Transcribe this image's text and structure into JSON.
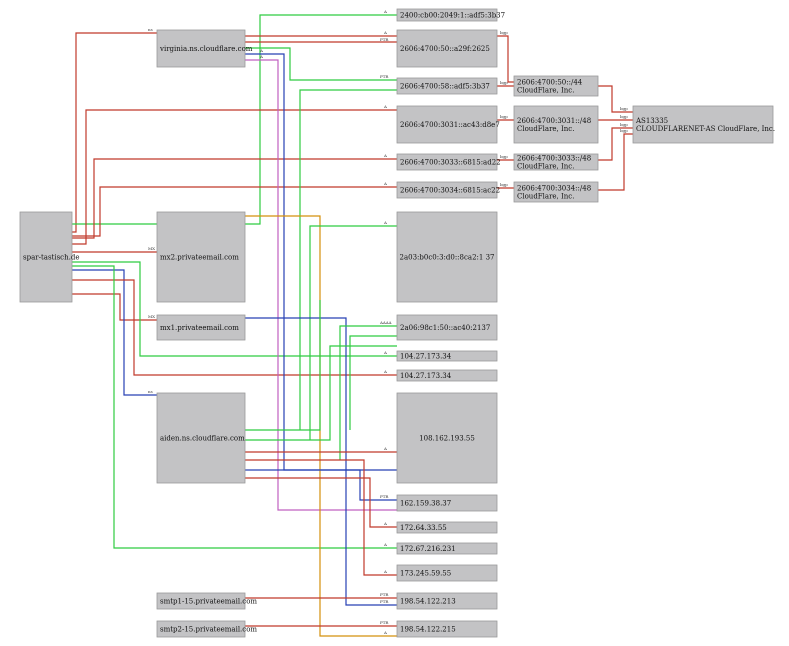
{
  "colors": {
    "node_fill": "#c3c3c5",
    "red": "#c0392b",
    "green": "#2ecc40",
    "blue": "#2741b5",
    "magenta": "#c060c0",
    "orange": "#d4900c"
  },
  "nodes": {
    "spar": "spar-tastisch.de",
    "virginia": "virginia.ns.cloudflare.com",
    "ipv6_1": "2400:cb00:2049:1::adf5:3b37",
    "ipv6_2": "2606:4700:50::a29f:2625",
    "ipv6_3": "2606:4700:58::adf5:3b37",
    "ipv6_4": "2606:4700:3031::ac43:d8e7",
    "ipv6_5": "2606:4700:3033::6815:ad22",
    "ipv6_6": "2606:4700:3034::6815:ac22",
    "pfx_1": [
      "2606:4700:50::/44",
      "CloudFlare, Inc."
    ],
    "pfx_2": [
      "2606:4700:3031::/48",
      "CloudFlare, Inc."
    ],
    "pfx_3": [
      "2606:4700:3033::/48",
      "CloudFlare, Inc."
    ],
    "pfx_4": [
      "2606:4700:3034::/48",
      "CloudFlare, Inc."
    ],
    "as": [
      "AS13335",
      "CLOUDFLARENET-AS CloudFlare, Inc."
    ],
    "mx2": "mx2.privateemail.com",
    "ipv6_7": "2a03:b0c0:3:d0::8ca2:1 37",
    "mx1": "mx1.privateemail.com",
    "ipv6_8": "2a06:98c1:50::ac40:2137",
    "ipv4_1": "104.27.173.34",
    "ipv4_2": "104.27.173.34",
    "aiden": "aiden.ns.cloudflare.com",
    "ipv4_3": "108.162.193.55",
    "ipv4_4": "162.159.38.37",
    "ipv4_5": "172.64.33.55",
    "ipv4_6": "172.67.216.231",
    "ipv4_7": "173.245.59.55",
    "ipv4_8": "198.54.122.213",
    "ipv4_9": "198.54.122.215",
    "smtp1": "smtp1-15.privateemail.com",
    "smtp2": "smtp2-15.privateemail.com"
  },
  "edge_labels": {
    "ns": "ns",
    "a": "A",
    "aaaa": "AAAA",
    "ptr": "PTR",
    "mx": "MX",
    "bgp": "bgp"
  }
}
